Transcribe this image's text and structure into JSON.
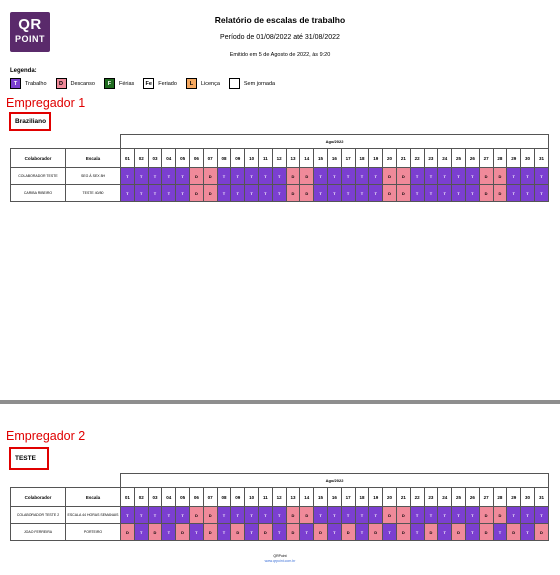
{
  "report": {
    "logo_line1": "QR",
    "logo_line2": "POINT",
    "title": "Relatório de escalas de trabalho",
    "period": "Período de 01/08/2022 até 31/08/2022",
    "emitted": "Emitido em 5 de Agosto de 2022, às 9:20"
  },
  "legend": {
    "title": "Legenda:",
    "items": [
      {
        "code": "T",
        "label": "Trabalho",
        "color": "#7b3fd0"
      },
      {
        "code": "D",
        "label": "Descanso",
        "color": "#f08a9a"
      },
      {
        "code": "F",
        "label": "Férias",
        "color": "#1f6b1f"
      },
      {
        "code": "Fe",
        "label": "Feriado",
        "color": "#ffffff"
      },
      {
        "code": "L",
        "label": "Licença",
        "color": "#f4a860"
      },
      {
        "code": "",
        "label": "Sem jornada",
        "color": "#ffffff"
      }
    ]
  },
  "table": {
    "month": "Ago/2022",
    "col_employee": "Colaborador",
    "col_schedule": "Escala",
    "days": [
      "01",
      "02",
      "03",
      "04",
      "05",
      "06",
      "07",
      "08",
      "09",
      "10",
      "11",
      "12",
      "13",
      "14",
      "15",
      "16",
      "17",
      "18",
      "19",
      "20",
      "21",
      "22",
      "23",
      "24",
      "25",
      "26",
      "27",
      "28",
      "29",
      "30",
      "31"
    ]
  },
  "employers": [
    {
      "annotation": "Empregador 1",
      "name": "Braziliano",
      "rows": [
        {
          "employee": "COLABORADOR TESTE",
          "schedule": "SEG À SEX 8H",
          "days": [
            "T",
            "T",
            "T",
            "T",
            "T",
            "D",
            "D",
            "T",
            "T",
            "T",
            "T",
            "T",
            "D",
            "D",
            "T",
            "T",
            "T",
            "T",
            "T",
            "D",
            "D",
            "T",
            "T",
            "T",
            "T",
            "T",
            "D",
            "D",
            "T",
            "T",
            "T"
          ]
        },
        {
          "employee": "CARIBA RIBEIRO",
          "schedule": "TESTE 40/80",
          "days": [
            "T",
            "T",
            "T",
            "T",
            "T",
            "D",
            "D",
            "T",
            "T",
            "T",
            "T",
            "T",
            "D",
            "D",
            "T",
            "T",
            "T",
            "T",
            "T",
            "D",
            "D",
            "T",
            "T",
            "T",
            "T",
            "T",
            "D",
            "D",
            "T",
            "T",
            "T"
          ]
        }
      ]
    },
    {
      "annotation": "Empregador 2",
      "name": "TESTE",
      "rows": [
        {
          "employee": "COLABORADOR TESTE 2",
          "schedule": "ESCALA 44 HORAS SEMANAIS",
          "days": [
            "T",
            "T",
            "T",
            "T",
            "T",
            "D",
            "D",
            "T",
            "T",
            "T",
            "T",
            "T",
            "D",
            "D",
            "T",
            "T",
            "T",
            "T",
            "T",
            "D",
            "D",
            "T",
            "T",
            "T",
            "T",
            "T",
            "D",
            "D",
            "T",
            "T",
            "T"
          ]
        },
        {
          "employee": "JOAO FERREIRA",
          "schedule": "PORTEIRO",
          "days": [
            "D",
            "T",
            "D",
            "T",
            "D",
            "T",
            "D",
            "T",
            "D",
            "T",
            "D",
            "T",
            "D",
            "T",
            "D",
            "T",
            "D",
            "T",
            "D",
            "T",
            "D",
            "T",
            "D",
            "T",
            "D",
            "T",
            "D",
            "T",
            "D",
            "T",
            "D"
          ]
        }
      ]
    }
  ],
  "footer": {
    "company": "QRPoint",
    "url": "www.qrpoint.com.br"
  }
}
